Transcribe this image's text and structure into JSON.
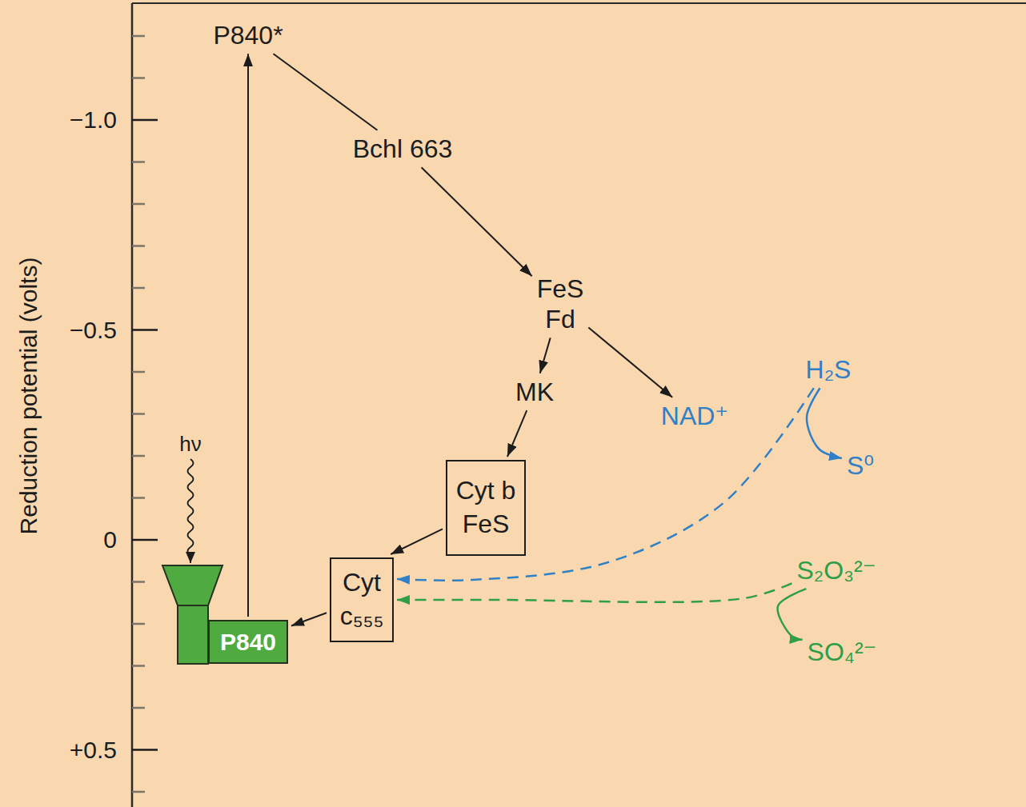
{
  "diagram": {
    "nodes": [
      {
        "text": [
          "P840*"
        ]
      },
      {
        "text": [
          "Bchl 663"
        ]
      },
      {
        "text": [
          "FeS",
          "Fd"
        ]
      },
      {
        "text": [
          "H₂S"
        ]
      },
      {
        "text": [
          "MK"
        ]
      },
      {
        "text": [
          "NAD⁺"
        ]
      },
      {
        "text": [
          "S⁰"
        ]
      },
      {
        "text": [
          "Cyt b",
          "FeS"
        ]
      },
      {
        "text": [
          "Cyt c₅₅₅"
        ]
      },
      {
        "text": [
          "S₂O₃²⁻"
        ]
      },
      {
        "text": [
          "P840"
        ]
      },
      {
        "text": [
          "SO₄²⁻"
        ]
      }
    ],
    "edges": [
      {
        "from": 0,
        "to": 1,
        "arrow": "none"
      },
      {
        "from": 1,
        "to": 2,
        "arrow": "to"
      },
      {
        "from": 2,
        "to": 4,
        "arrow": "to"
      },
      {
        "from": 2,
        "to": 5,
        "arrow": "to"
      },
      {
        "from": 4,
        "to": 7,
        "arrow": "to"
      },
      {
        "from": 7,
        "to": 8,
        "arrow": "to"
      },
      {
        "from": 8,
        "to": 10,
        "arrow": "to"
      },
      {
        "from": 10,
        "to": 0,
        "arrow": "to"
      },
      {
        "from": 3,
        "to": 6,
        "arrow": "to"
      },
      {
        "from": 3,
        "to": 8,
        "arrow": "to"
      },
      {
        "from": 9,
        "to": 11,
        "arrow": "to"
      },
      {
        "from": 9,
        "to": 8,
        "arrow": "to"
      }
    ],
    "labels": [
      "Reduction potential (volts)",
      "−1.0",
      "−0.5",
      "0",
      "+0.5",
      "hν"
    ]
  }
}
